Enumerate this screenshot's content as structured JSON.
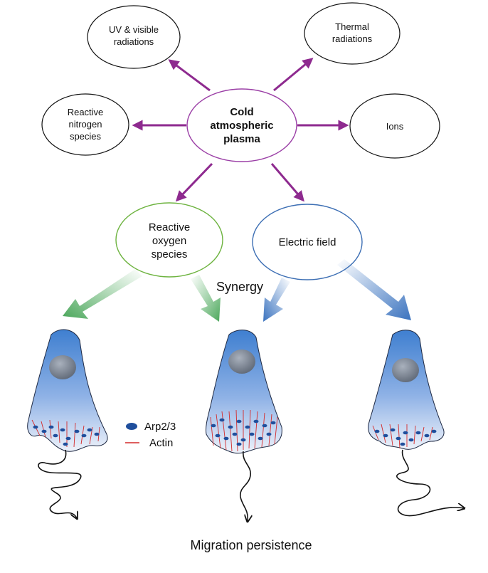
{
  "diagram": {
    "center": {
      "lines": [
        "Cold",
        "atmospheric",
        "plasma"
      ],
      "border_color": "#9b3fa6"
    },
    "products": [
      {
        "id": "uv",
        "lines": [
          "UV & visible",
          "radiations"
        ]
      },
      {
        "id": "thermal",
        "lines": [
          "Thermal",
          "radiations"
        ]
      },
      {
        "id": "rns",
        "lines": [
          "Reactive",
          "nitrogen",
          "species"
        ]
      },
      {
        "id": "ions",
        "lines": [
          "Ions"
        ]
      }
    ],
    "effectors": [
      {
        "id": "ros",
        "lines": [
          "Reactive",
          "oxygen",
          "species"
        ],
        "border_color": "#6db33f"
      },
      {
        "id": "ef",
        "lines": [
          "Electric field"
        ],
        "border_color": "#3d6fb4"
      }
    ],
    "synergy_label": "Synergy",
    "legend": [
      {
        "id": "arp",
        "label": "Arp2/3",
        "icon": "blue-ellipse-icon",
        "color": "#1f4e9c"
      },
      {
        "id": "actin",
        "label": "Actin",
        "icon": "red-line-icon",
        "color": "#d42a2a"
      }
    ],
    "footer": "Migration persistence",
    "colors": {
      "plasma_arrow": "#8e2a8f",
      "ros_arrow": "#5db36a",
      "ef_arrow": "#3f78c4",
      "cell_top": "#3f7fd0",
      "cell_bottom": "#e9eef8",
      "nucleus": "#7a8494"
    }
  }
}
